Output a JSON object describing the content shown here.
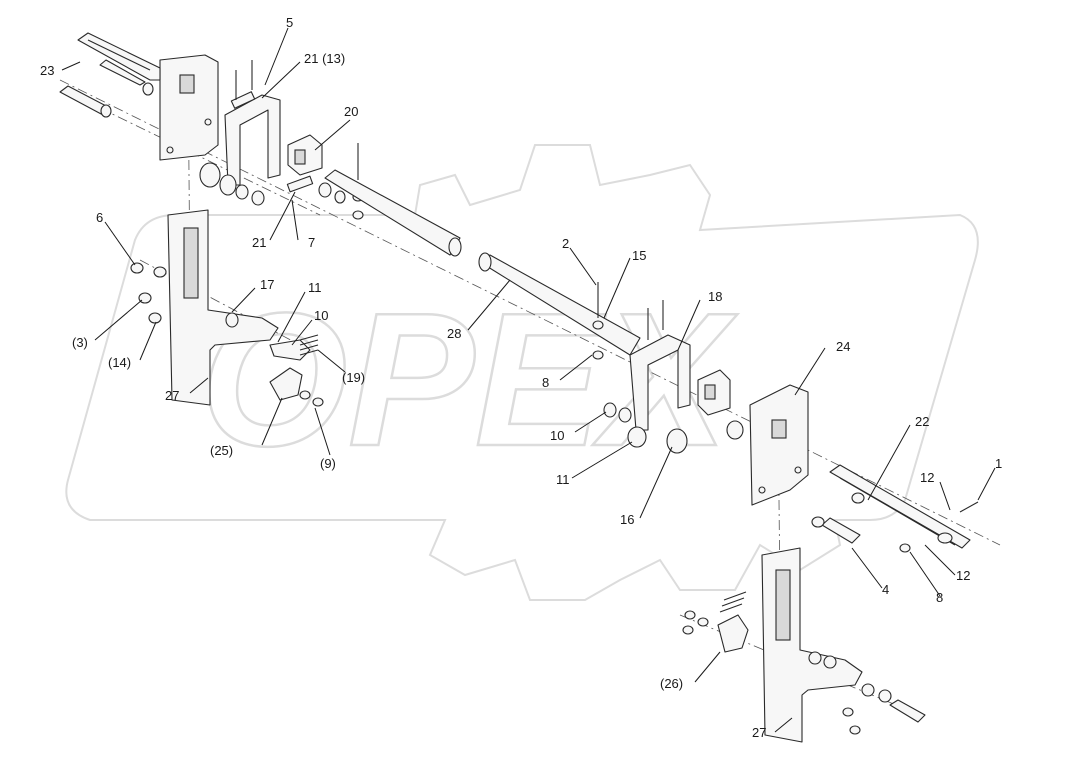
{
  "watermark": {
    "text": "OPEX"
  },
  "callouts": [
    {
      "id": "c23",
      "text": "23"
    },
    {
      "id": "c5",
      "text": "5"
    },
    {
      "id": "c21a",
      "text": "21 (13)"
    },
    {
      "id": "c20",
      "text": "20"
    },
    {
      "id": "c6",
      "text": "6"
    },
    {
      "id": "c21b",
      "text": "21"
    },
    {
      "id": "c7",
      "text": "7"
    },
    {
      "id": "c17",
      "text": "17"
    },
    {
      "id": "c11a",
      "text": "11"
    },
    {
      "id": "c10a",
      "text": "10"
    },
    {
      "id": "c3",
      "text": "(3)"
    },
    {
      "id": "c14",
      "text": "(14)"
    },
    {
      "id": "c19",
      "text": "(19)"
    },
    {
      "id": "c27a",
      "text": "27"
    },
    {
      "id": "c25",
      "text": "(25)"
    },
    {
      "id": "c9",
      "text": "(9)"
    },
    {
      "id": "c28",
      "text": "28"
    },
    {
      "id": "c2",
      "text": "2"
    },
    {
      "id": "c15",
      "text": "15"
    },
    {
      "id": "c18",
      "text": "18"
    },
    {
      "id": "c8a",
      "text": "8"
    },
    {
      "id": "c24",
      "text": "24"
    },
    {
      "id": "c10b",
      "text": "10"
    },
    {
      "id": "c11b",
      "text": "11"
    },
    {
      "id": "c16",
      "text": "16"
    },
    {
      "id": "c22",
      "text": "22"
    },
    {
      "id": "c12a",
      "text": "12"
    },
    {
      "id": "c1",
      "text": "1"
    },
    {
      "id": "c4",
      "text": "4"
    },
    {
      "id": "c8b",
      "text": "8"
    },
    {
      "id": "c12b",
      "text": "12"
    },
    {
      "id": "c26",
      "text": "(26)"
    },
    {
      "id": "c27b",
      "text": "27"
    }
  ]
}
